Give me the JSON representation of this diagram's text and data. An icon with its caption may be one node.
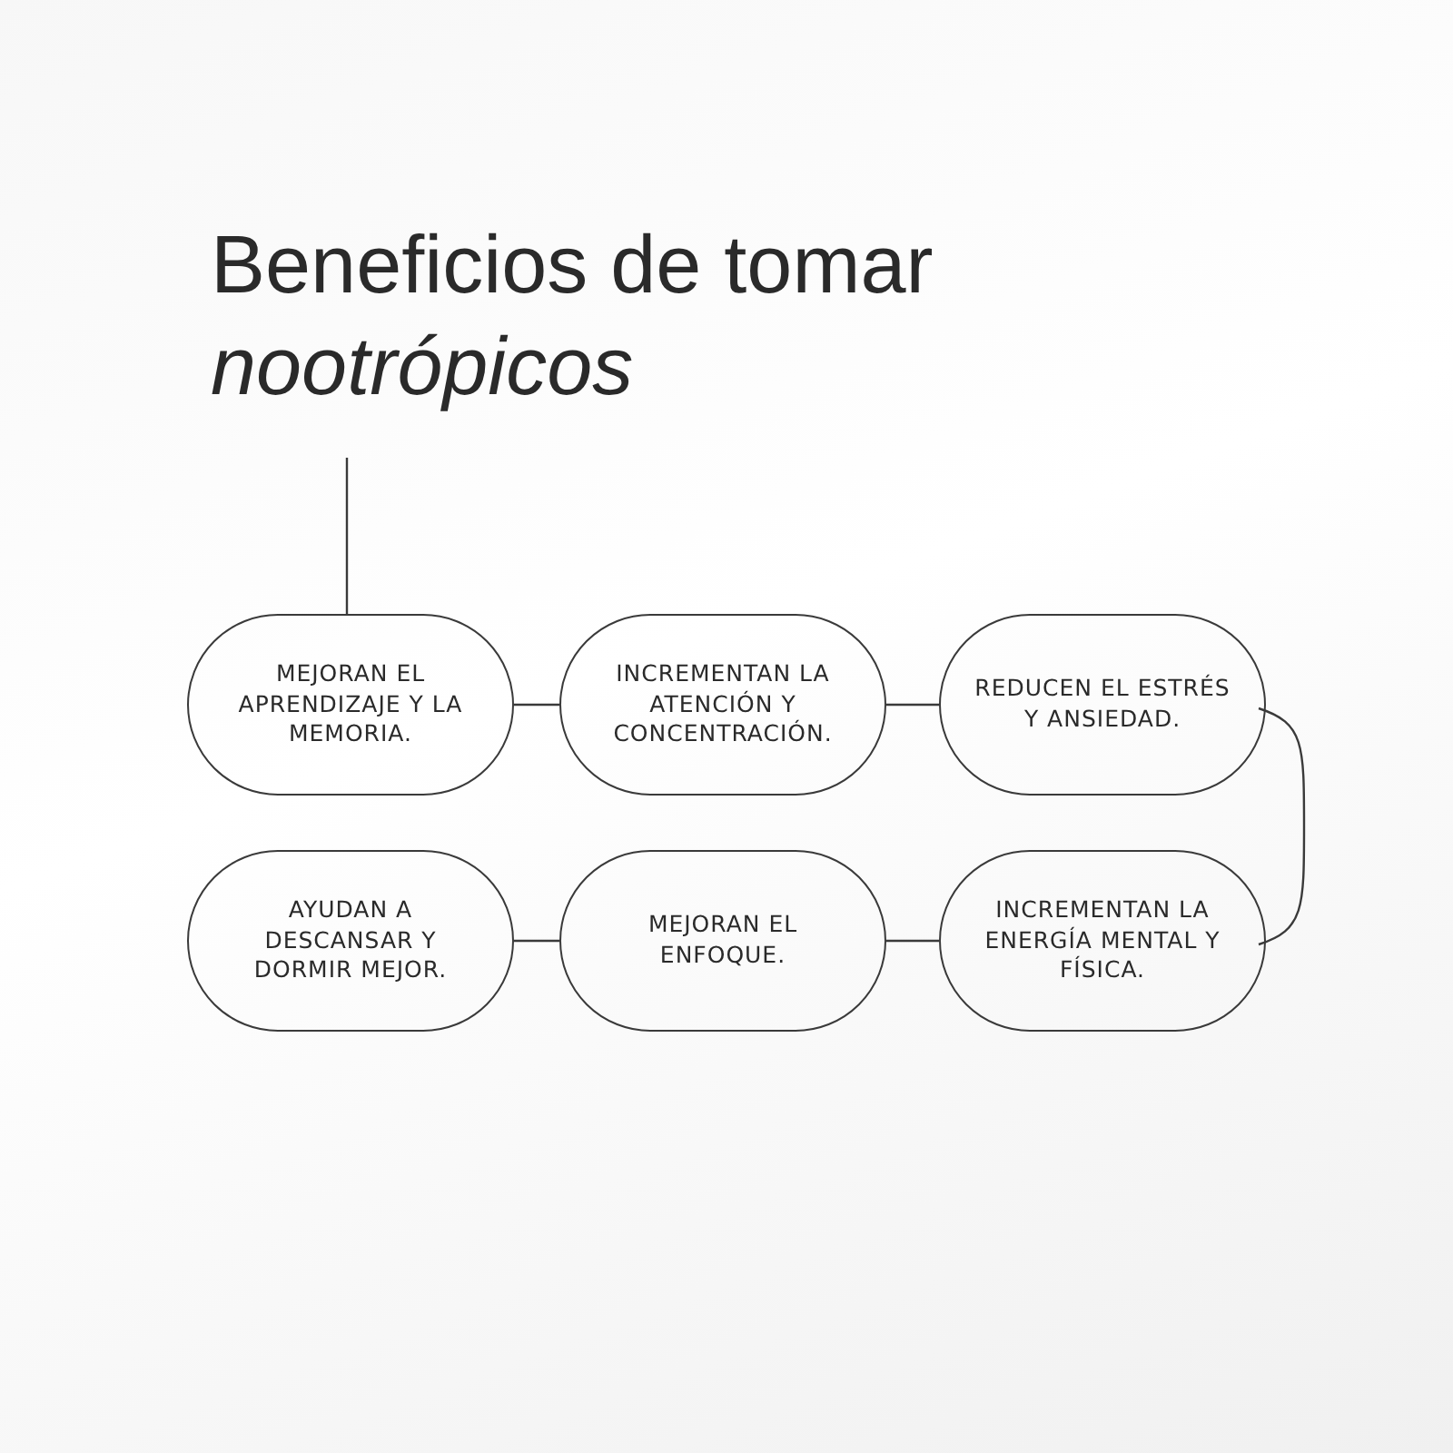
{
  "diagram": {
    "title": "Beneficios de tomar *nootrópicos*",
    "nodes": [
      {
        "text": [
          "MEJORAN EL APRENDIZAJE Y LA MEMORIA."
        ]
      },
      {
        "text": [
          "INCREMENTAN LA ATENCIÓN Y CONCENTRACIÓN."
        ]
      },
      {
        "text": [
          "REDUCEN EL ESTRÉS Y ANSIEDAD."
        ]
      },
      {
        "text": [
          "AYUDAN A DESCANSAR Y DORMIR MEJOR."
        ]
      },
      {
        "text": [
          "MEJORAN EL ENFOQUE."
        ]
      },
      {
        "text": [
          "INCREMENTAN LA ENERGÍA MENTAL Y FÍSICA."
        ]
      }
    ],
    "edges": [
      {
        "from": null,
        "to": 0,
        "arrow": "none"
      },
      {
        "from": 0,
        "to": 1,
        "arrow": "none"
      },
      {
        "from": 1,
        "to": 2,
        "arrow": "none"
      },
      {
        "from": 2,
        "to": 5,
        "arrow": "none"
      },
      {
        "from": 5,
        "to": 4,
        "arrow": "none"
      },
      {
        "from": 4,
        "to": 3,
        "arrow": "none"
      }
    ]
  }
}
